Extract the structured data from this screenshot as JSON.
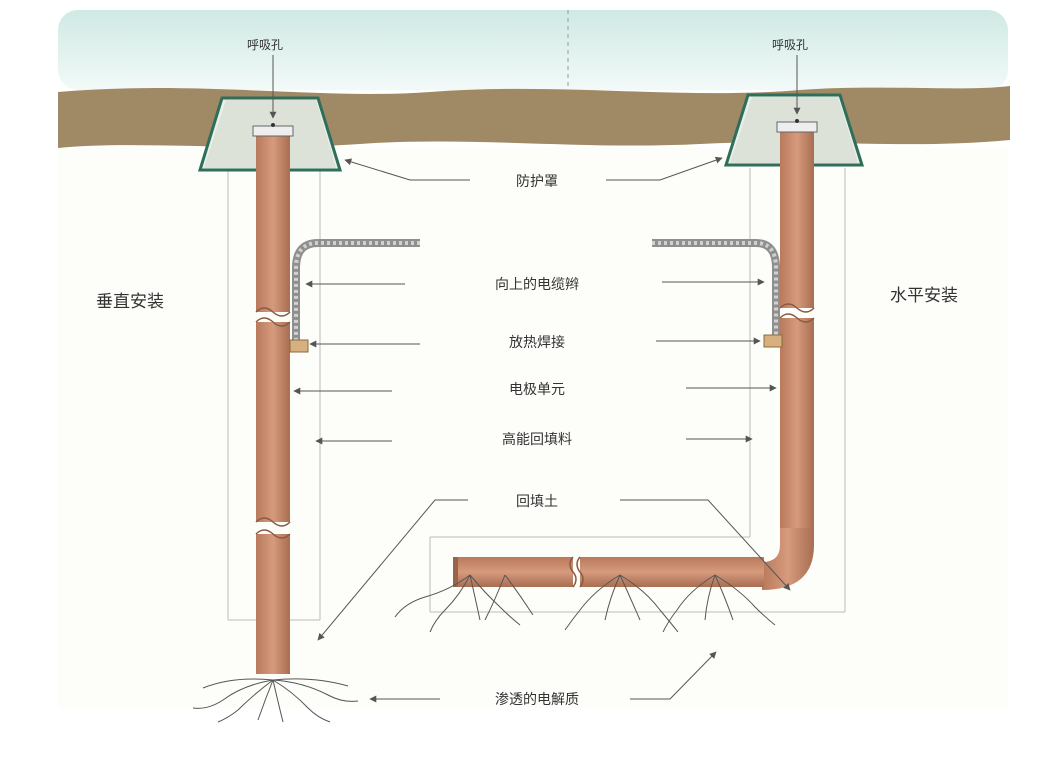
{
  "labels": {
    "breather_left": "呼吸孔",
    "breather_right": "呼吸孔",
    "cover": "防护罩",
    "cable": "向上的电缆辫",
    "weld": "放热焊接",
    "electrode": "电极单元",
    "backfill": "高能回填料",
    "soil": "回填土",
    "electrolyte": "渗透的电解质",
    "vertical": "垂直安装",
    "horizontal": "水平安装"
  },
  "colors": {
    "ground": "#a08a66",
    "pipe": "#c38a6c",
    "pipe_dark": "#a86e52",
    "cover_stroke": "#2f6e5a",
    "sky": "#dcefe9",
    "leader": "#555555"
  }
}
